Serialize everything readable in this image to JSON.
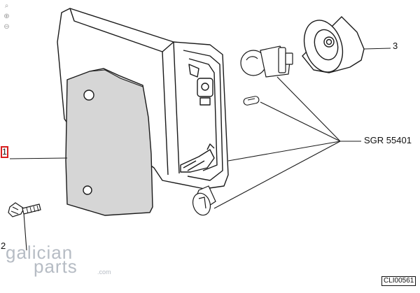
{
  "viewer": {
    "tools": [
      {
        "name": "zoom-reset-icon",
        "glyph": "⌕"
      },
      {
        "name": "zoom-in-icon",
        "glyph": "⊕"
      },
      {
        "name": "zoom-out-icon",
        "glyph": "⊖"
      }
    ]
  },
  "callouts": {
    "part1": "1",
    "part2": "2",
    "part3": "3",
    "bulb_set": "SGR 55401"
  },
  "drawing_code": "CLI00561",
  "watermark": {
    "line1": "galician",
    "line2": "parts",
    "suffix": ".com"
  },
  "colors": {
    "line": "#1a1a1a",
    "lens_fill": "#d6d6d6",
    "highlight": "#d81e1e",
    "watermark": "#b6bcc4"
  }
}
